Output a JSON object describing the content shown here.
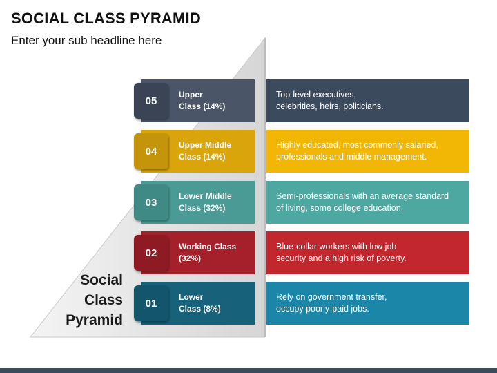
{
  "header": {
    "title": "SOCIAL CLASS PYRAMID",
    "subtitle": "Enter your sub headline here"
  },
  "pyramid_label": [
    "Social",
    "Class",
    "Pyramid"
  ],
  "rows": [
    {
      "number": "05",
      "class_line1": "Upper",
      "class_line2": "Class (14%)",
      "desc_line1": "Top-level executives,",
      "desc_line2": "celebrities, heirs, politicians.",
      "band_color": "#4a5568",
      "tag_color": "#3a4454",
      "desc_color": "#3c4a5e"
    },
    {
      "number": "04",
      "class_line1": "Upper Middle",
      "class_line2": "Class (14%)",
      "desc_line1": "Highly educated, most commonly salaried,",
      "desc_line2": "professionals and middle management.",
      "band_color": "#d9a50a",
      "tag_color": "#c4940b",
      "desc_color": "#f2b705"
    },
    {
      "number": "03",
      "class_line1": "Lower Middle",
      "class_line2": "Class (32%)",
      "desc_line1": "Semi-professionals with an average standard",
      "desc_line2": "of living, some college education.",
      "band_color": "#4a9a95",
      "tag_color": "#3f8a85",
      "desc_color": "#4ea8a2"
    },
    {
      "number": "02",
      "class_line1": "Working Class",
      "class_line2": "(32%)",
      "desc_line1": "Blue-collar workers with low job",
      "desc_line2": "security and a high risk of poverty.",
      "band_color": "#a5202b",
      "tag_color": "#8e1b24",
      "desc_color": "#c1272d"
    },
    {
      "number": "01",
      "class_line1": "Lower",
      "class_line2": "Class (8%)",
      "desc_line1": "Rely on government transfer,",
      "desc_line2": "occupy poorly-paid jobs.",
      "band_color": "#17617a",
      "tag_color": "#13566c",
      "desc_color": "#1c86a8"
    }
  ]
}
